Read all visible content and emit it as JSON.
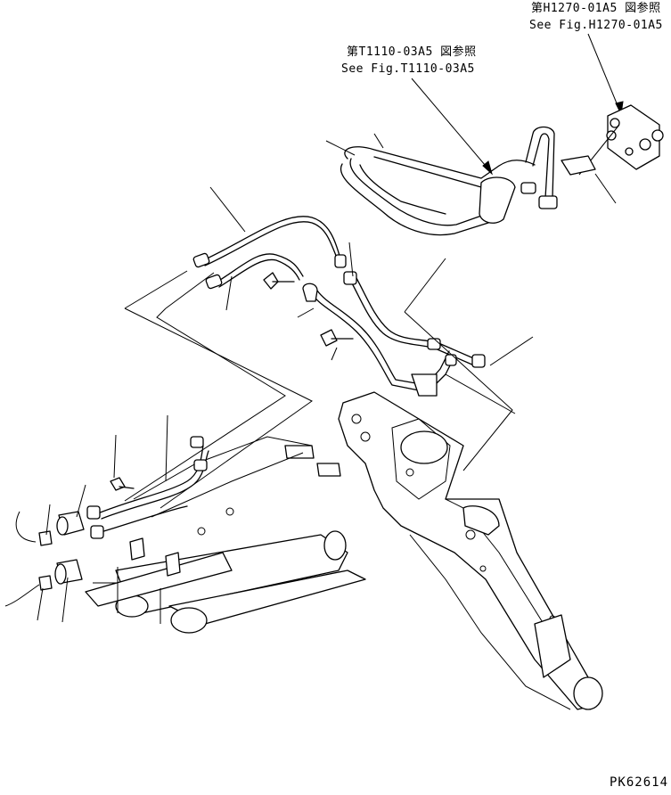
{
  "references": {
    "ref1": {
      "line1": "第H1270-01A5 図参照",
      "line2": "See Fig.H1270-01A5"
    },
    "ref2": {
      "line1": "第T1110-03A5 図参照",
      "line2": "See Fig.T1110-03A5"
    }
  },
  "drawing_code": "PK62614",
  "colors": {
    "line": "#000000",
    "background": "#ffffff"
  }
}
